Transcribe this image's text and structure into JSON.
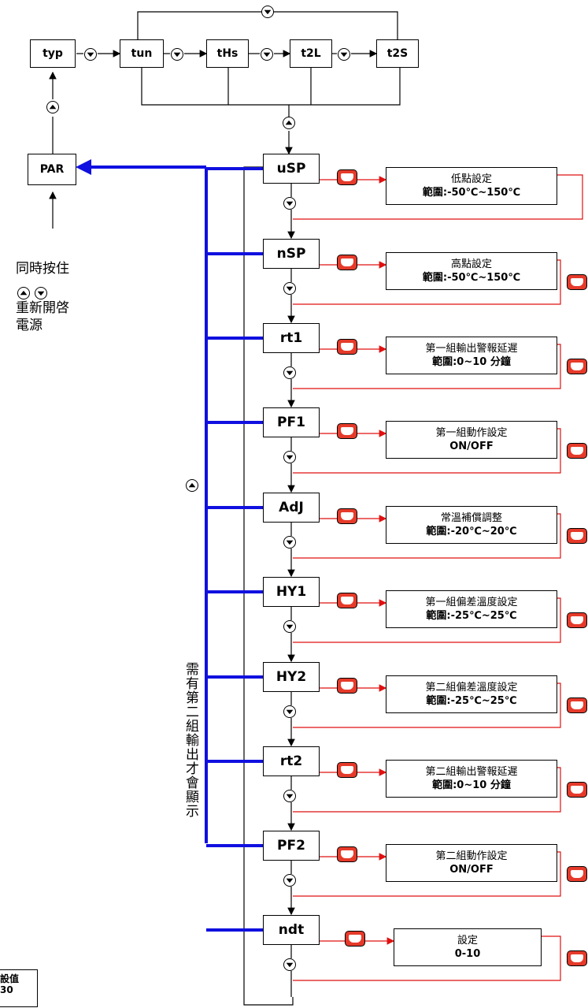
{
  "top_row": [
    "typ",
    "tun",
    "tHs",
    "t2L",
    "t2S"
  ],
  "par_label": "PAR",
  "menu": [
    {
      "code": "uSP",
      "title": "低點設定",
      "range": "範圍:-50℃~150℃"
    },
    {
      "code": "nSP",
      "title": "高點設定",
      "range": "範圍:-50℃~150℃"
    },
    {
      "code": "rt1",
      "title": "第一組輸出警報延遲",
      "range": "範圍:0~10 分鐘"
    },
    {
      "code": "PF1",
      "title": "第一組動作設定",
      "range": "ON/OFF"
    },
    {
      "code": "AdJ",
      "title": "常溫補償調整",
      "range": "範圍:-20℃~20℃"
    },
    {
      "code": "HY1",
      "title": "第一組偏差溫度設定",
      "range": "範圍:-25℃~25℃"
    },
    {
      "code": "HY2",
      "title": "第二組偏差溫度設定",
      "range": "範圍:-25℃~25℃"
    },
    {
      "code": "rt2",
      "title": "第二組輸出警報延遲",
      "range": "範圍:0~10 分鐘"
    },
    {
      "code": "PF2",
      "title": "第二組動作設定",
      "range": "ON/OFF"
    },
    {
      "code": "ndt",
      "title": "設定",
      "range": "0-10"
    }
  ],
  "note_lines": [
    "同時按住",
    "重新開啓",
    "電源"
  ],
  "vertical_note": "需有第二組輸出才會顯示",
  "corner_note": [
    "設值",
    "30"
  ],
  "colors": {
    "blue": "#1010e0",
    "red": "#e01010",
    "button_red": "#e53a2a"
  },
  "icons": {
    "up": "up-arrow-button-icon",
    "down": "down-arrow-button-icon",
    "set": "set-button-icon"
  }
}
